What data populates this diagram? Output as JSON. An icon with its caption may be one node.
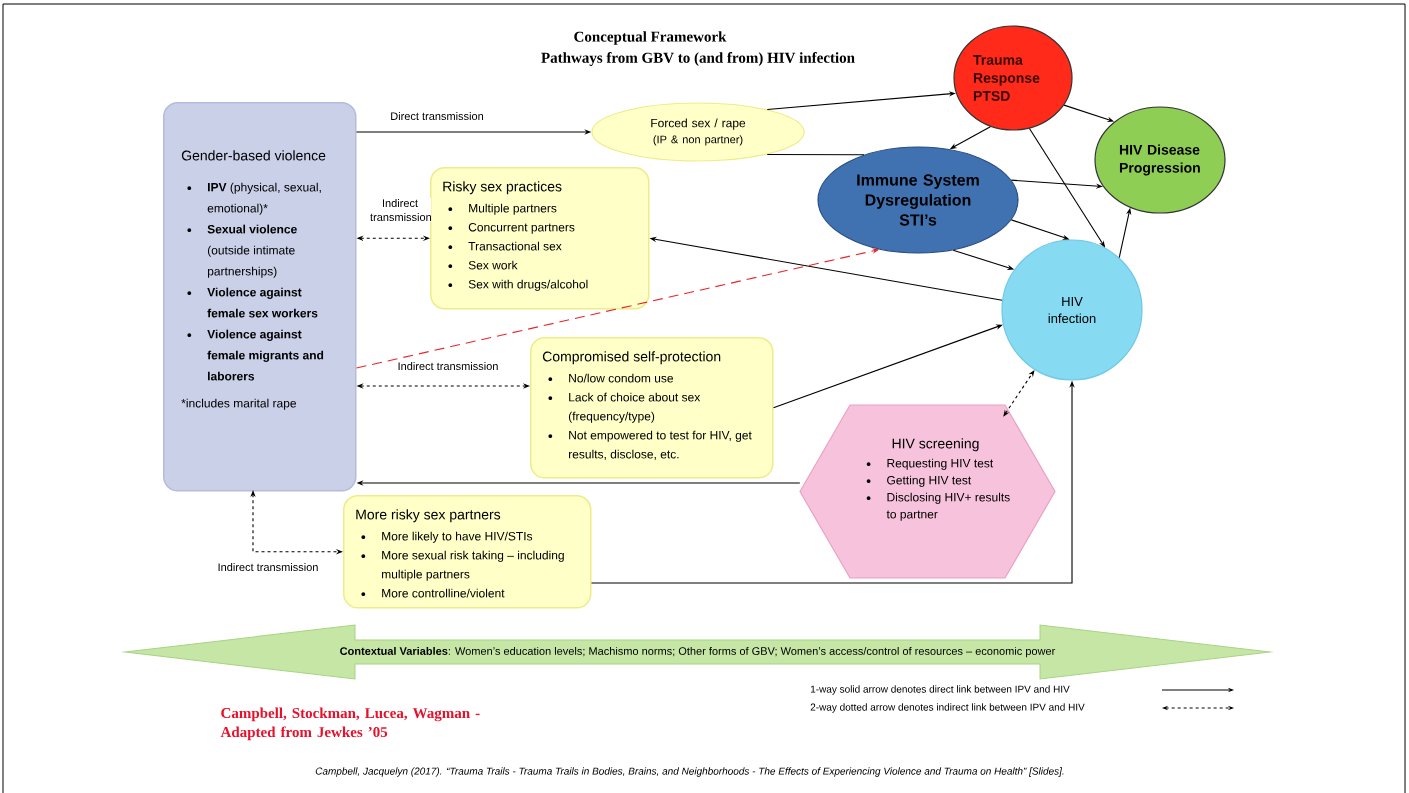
{
  "diagram": {
    "title": "Conceptual Framework",
    "caption": "*Campbell, Jacquelyn (2017). “Trauma Trails - Trauma Trails in Bodies, Brains, and Neighborhoods - The Effects of Experiencing Violence and Trauma on Health” [Slides].*",
    "nodes": [
      {
        "text": [
          "Gender-based violence",
          "**IPV** (physical, sexual, emotional)*",
          "**Sexual violence** (outside intimate partnerships)",
          "Violence against female sex workers",
          "Violence against female migrants and laborers",
          "*includes marital rape"
        ]
      },
      {
        "text": [
          "Forced sex / rape",
          "(IP & non partner)"
        ]
      },
      {
        "text": [
          "Risky sex practices",
          "Multiple partners",
          "Concurrent partners",
          "Transactional sex",
          "Sex work",
          "Sex with drugs/alcohol"
        ]
      },
      {
        "text": [
          "Trauma Response PTSD"
        ]
      },
      {
        "text": [
          "HIV Disease Progression"
        ]
      },
      {
        "text": [
          "Immune System Dysregulation STI’s"
        ]
      },
      {
        "text": [
          "HIV infection"
        ]
      },
      {
        "text": [
          "Compromised self-protection",
          "No/low condom use",
          "Lack of choice about sex (frequency/type)",
          "Not empowered to test for HIV, get results, disclose, etc."
        ]
      },
      {
        "text": [
          "HIV screening",
          "Requesting HIV test",
          "Getting HIV test",
          "Disclosing HIV+ results to partner"
        ]
      },
      {
        "text": [
          "More risky sex partners",
          "More likely to have HIV/STIs",
          "More sexual risk taking – including multiple partners",
          "More controlline/violent"
        ]
      },
      {
        "text": [
          "**Contextual Variables**: Women’s education levels; Machismo norms; Other forms of GBV; Women’s access/control of resources – economic power"
        ]
      }
    ],
    "edges": [
      {
        "from": 0,
        "to": 1,
        "arrow": "to",
        "label": "Direct transmission"
      },
      {
        "from": 0,
        "to": 2,
        "arrow": "both",
        "style": "dashed",
        "label": "Indirect transmission"
      },
      {
        "from": 0,
        "to": 7,
        "arrow": "both",
        "style": "dashed",
        "label": "Indirect transmission"
      },
      {
        "from": 0,
        "to": 5,
        "arrow": "to",
        "style": "dashed",
        "color": "#e8262b"
      },
      {
        "from": 1,
        "to": 3,
        "arrow": "to"
      },
      {
        "from": 1,
        "to": 5,
        "arrow": "none"
      },
      {
        "from": 3,
        "to": 4,
        "arrow": "to"
      },
      {
        "from": 3,
        "to": 5,
        "arrow": "to"
      },
      {
        "from": 3,
        "to": 6,
        "arrow": "to"
      },
      {
        "from": 5,
        "to": 4,
        "arrow": "to"
      },
      {
        "from": 5,
        "to": 6,
        "arrow": "to"
      },
      {
        "from": 5,
        "to": 6,
        "arrow": "to"
      },
      {
        "from": 6,
        "to": 4,
        "arrow": "to"
      },
      {
        "from": 6,
        "to": 2,
        "arrow": "to"
      },
      {
        "from": 7,
        "to": 6,
        "arrow": "to"
      },
      {
        "from": 8,
        "to": 6,
        "arrow": "both",
        "style": "dashed"
      },
      {
        "from": 8,
        "to": 0,
        "arrow": "to"
      },
      {
        "from": 9,
        "to": 6,
        "arrow": "to"
      },
      {
        "from": 0,
        "to": 9,
        "arrow": "both",
        "style": "dashed",
        "label": "Indirect transmission"
      }
    ],
    "labels": [
      "Pathways from GBV to (and from) HIV infection",
      "Campbell, Stockman, Lucea, Wagman - Adapted from Jewkes ’05"
    ],
    "legend": [
      {
        "text": "1-way solid arrow denotes direct link between IPV and HIV"
      },
      {
        "text": "2-way dotted arrow denotes indirect link between IPV and HIV"
      }
    ]
  }
}
